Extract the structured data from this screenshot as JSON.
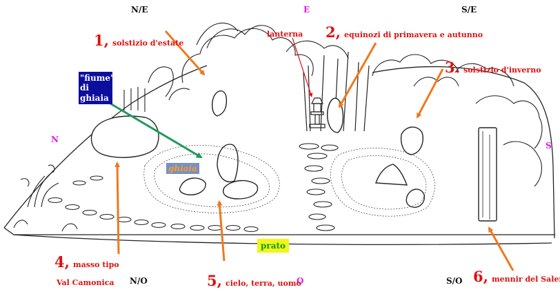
{
  "compass": {
    "ne": "N/E",
    "e": "E",
    "se": "S/E",
    "n": "N",
    "s": "S",
    "no": "N/O",
    "o": "O",
    "so": "S/O"
  },
  "callouts": [
    {
      "num": "1,",
      "text": "solstizio d'estate"
    },
    {
      "num": "2,",
      "text": "equinozi di primavera e autunno"
    },
    {
      "num": "3.",
      "text": "solstizio d'inverno"
    },
    {
      "num": "4,",
      "text": "masso tipo",
      "text2": "Val Camonica"
    },
    {
      "num": "5,",
      "text": "cielo, terra, uomo"
    },
    {
      "num": "6,",
      "text": "mennir del Salento"
    }
  ],
  "labels": {
    "lanterna": "lanterna",
    "fiume_line1": "\"fiume\" di",
    "fiume_line2": "ghiaia",
    "ghiaia": "ghiaia",
    "prato": "prato"
  },
  "colors": {
    "arrow": "#f0781e",
    "green_arrow": "#1e9a5a",
    "red_arrow": "#e01010",
    "magenta": "#e11be6",
    "red_text": "#e01010"
  }
}
